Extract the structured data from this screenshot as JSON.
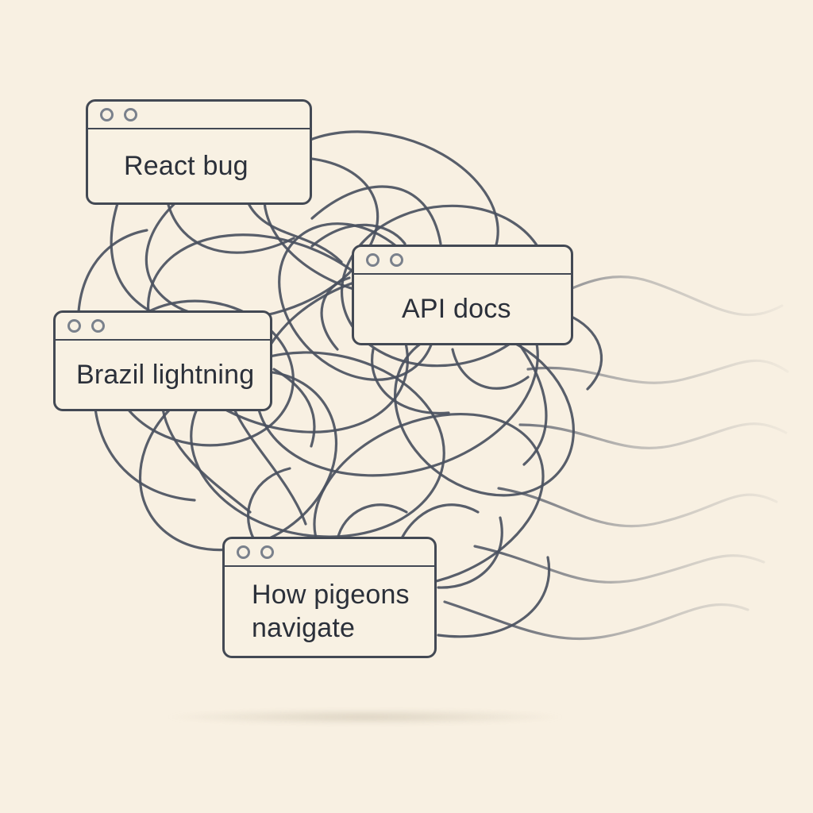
{
  "illustration": {
    "name": "tangled-browser-windows",
    "windows": [
      {
        "id": "react-bug",
        "title": "React bug"
      },
      {
        "id": "api-docs",
        "title": "API docs"
      },
      {
        "id": "brazil-lightning",
        "title": "Brazil lightning"
      },
      {
        "id": "how-pigeons-navigate",
        "title": "How pigeons navigate"
      }
    ],
    "window_controls": {
      "dots_per_window": 2
    },
    "colors": {
      "background": "#f8f0e2",
      "line": "#4a5160",
      "window_border": "#434954",
      "window_bg": "#f8f1e3",
      "dot": "#7a818c",
      "title_text": "#2b303a",
      "shadow": "#b0a690"
    }
  }
}
